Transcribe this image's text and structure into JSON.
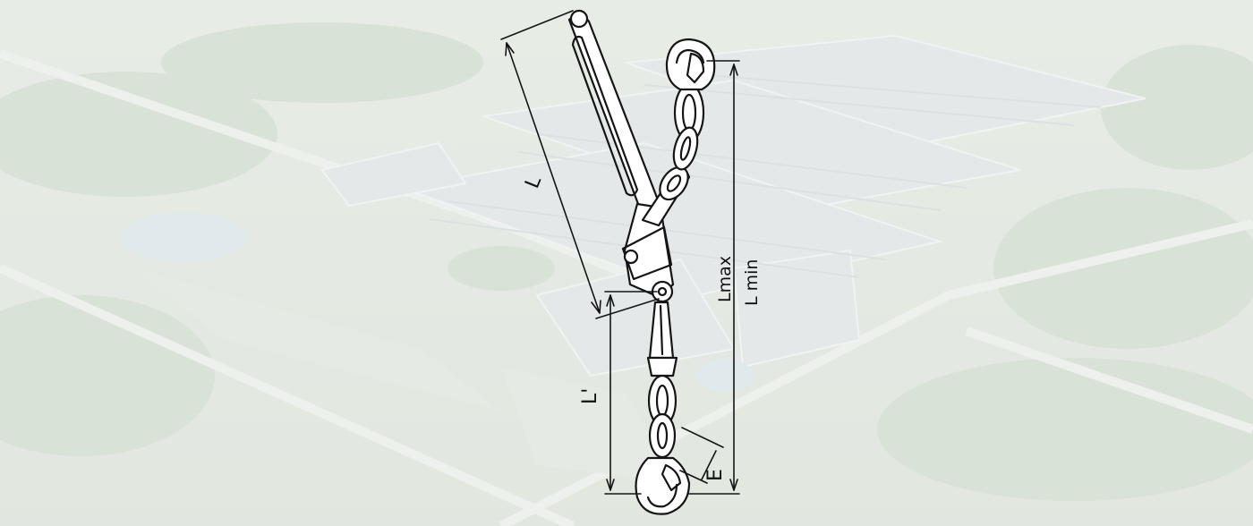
{
  "diagram": {
    "subject": "ratchet-type load binder with grab hooks",
    "dimension_labels": {
      "handle_length": "L",
      "lower_length": "L'",
      "hook_opening": "E",
      "length_max": "Lmax",
      "length_min": "L min"
    }
  },
  "colors": {
    "line": "#151515",
    "veil": "#f6f8f4",
    "background": "#dfe6dc"
  }
}
